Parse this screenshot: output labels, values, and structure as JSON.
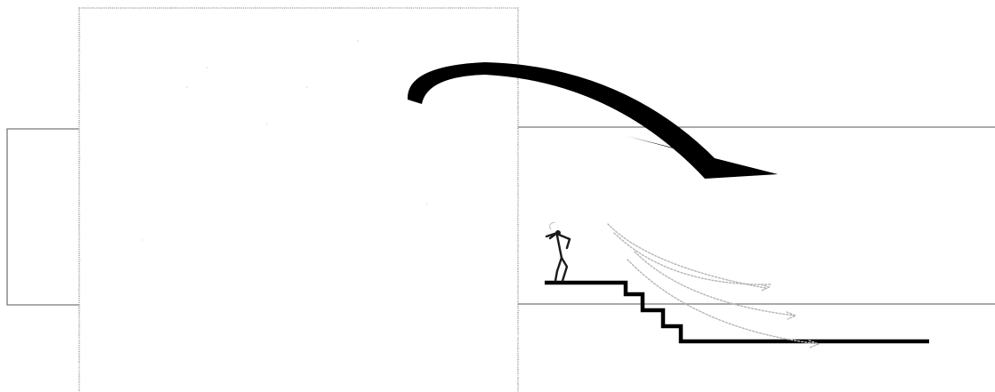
{
  "diagram": {
    "colors": {
      "background": "#ffffff",
      "box_outline": "#a9a9a9",
      "lane_lines": "#777777",
      "arrow": "#000000",
      "stairs": "#000000",
      "figure": "#1a1a1a",
      "motion_trails": "#b5b5b5"
    },
    "elements": [
      "left-tab-bracket",
      "large-empty-box",
      "upper-lane-line",
      "lower-lane-line",
      "curved-arrow",
      "stairs",
      "stick-figure",
      "motion-trails"
    ]
  }
}
